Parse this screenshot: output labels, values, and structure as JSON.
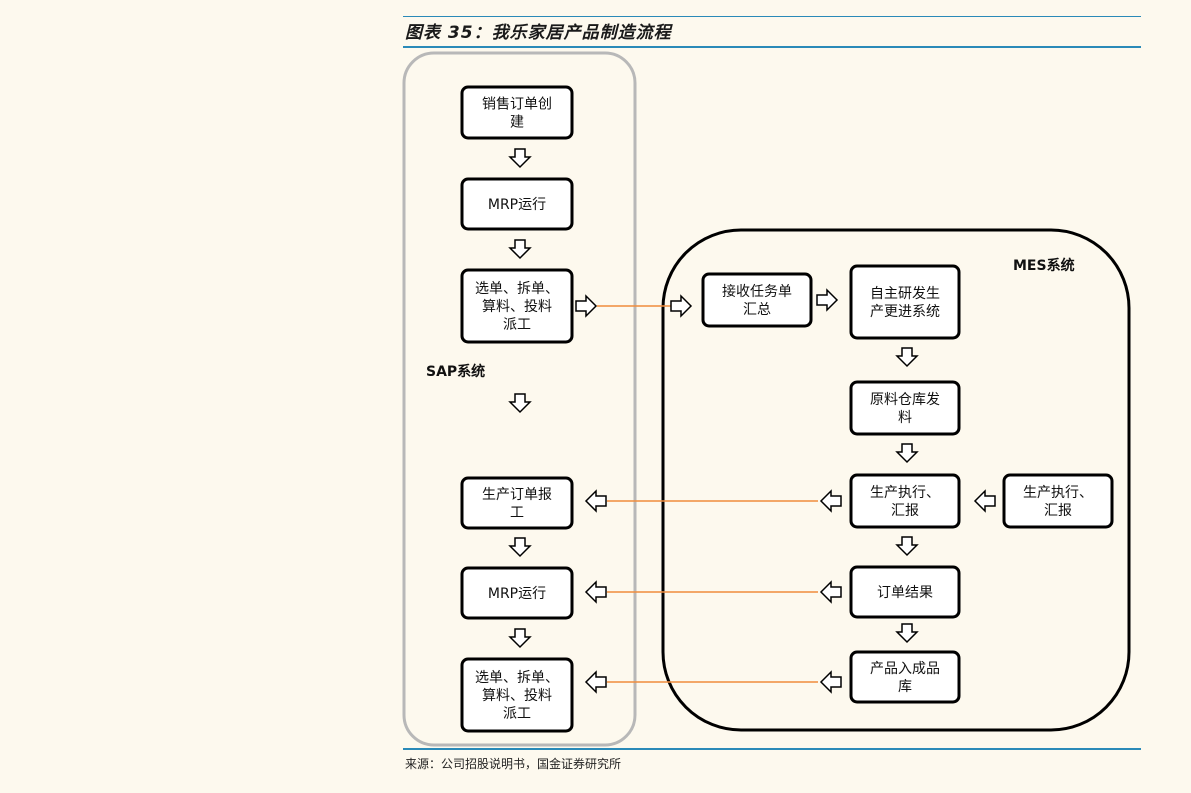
{
  "caption": "图表 35：我乐家居产品制造流程",
  "source": "来源：公司招股说明书，国金证券研究所",
  "colors": {
    "rule": "#2a8ab8",
    "connector": "#f08c3c",
    "sap_border": "#b8b8b8",
    "box_border": "#000000"
  },
  "sap": {
    "label": "SAP系统",
    "boxes": [
      {
        "id": "sap1",
        "lines": [
          "销售订单创",
          "建"
        ]
      },
      {
        "id": "sap2",
        "lines": [
          "MRP运行"
        ]
      },
      {
        "id": "sap3",
        "lines": [
          "选单、拆单、",
          "算料、投料",
          "派工"
        ]
      },
      {
        "id": "sap4",
        "lines": [
          "生产订单报",
          "工"
        ]
      },
      {
        "id": "sap5",
        "lines": [
          "MRP运行"
        ]
      },
      {
        "id": "sap6",
        "lines": [
          "选单、拆单、",
          "算料、投料",
          "派工"
        ]
      }
    ]
  },
  "mes": {
    "label": "MES系统",
    "boxes": [
      {
        "id": "mes1",
        "lines": [
          "接收任务单",
          "汇总"
        ]
      },
      {
        "id": "mes2",
        "lines": [
          "自主研发生",
          "产更进系统"
        ]
      },
      {
        "id": "mes3",
        "lines": [
          "原料仓库发",
          "料"
        ]
      },
      {
        "id": "mes4",
        "lines": [
          "生产执行、",
          "汇报"
        ]
      },
      {
        "id": "mes5",
        "lines": [
          "订单结果"
        ]
      },
      {
        "id": "mes6",
        "lines": [
          "产品入成品",
          "库"
        ]
      },
      {
        "id": "mes7",
        "lines": [
          "生产执行、",
          "汇报"
        ]
      }
    ]
  }
}
